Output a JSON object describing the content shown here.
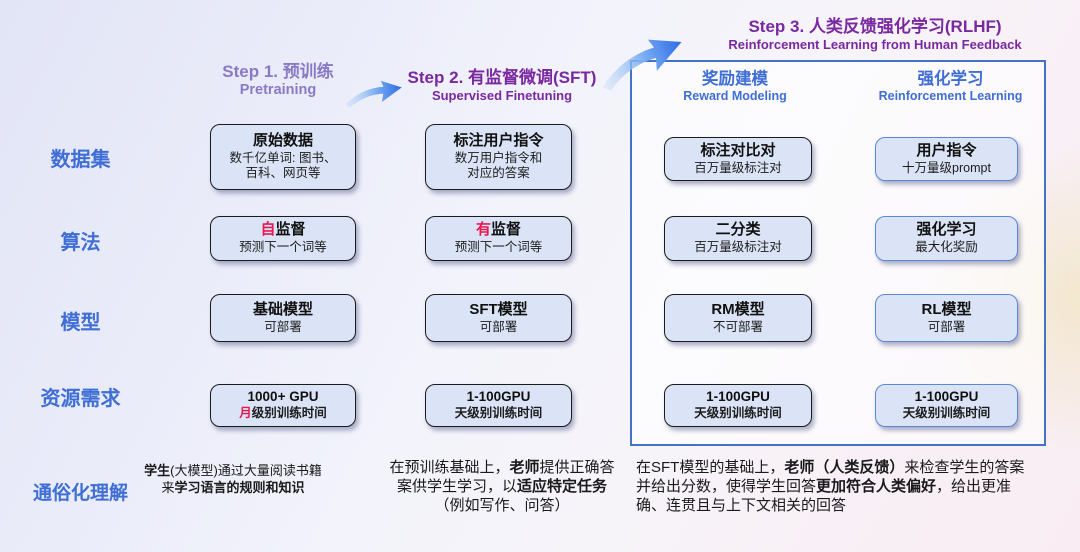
{
  "colors": {
    "accent_blue": "#3f6ed6",
    "step1_purple": "#8a7ac6",
    "step_purple": "#7a28a0",
    "red": "#e8184f",
    "box_fill": "#dbe4f6",
    "container_border": "#4472c4"
  },
  "row_labels": [
    "数据集",
    "算法",
    "模型",
    "资源需求",
    "通俗化理解"
  ],
  "steps": [
    {
      "title": "Step 1. 预训练",
      "subtitle": "Pretraining"
    },
    {
      "title": "Step 2. 有监督微调(SFT)",
      "subtitle": "Supervised Finetuning"
    },
    {
      "title": "Step 3. 人类反馈强化学习(RLHF)",
      "subtitle": "Reinforcement Learning from Human Feedback"
    }
  ],
  "step3_columns": [
    {
      "title": "奖励建模",
      "subtitle": "Reward Modeling"
    },
    {
      "title": "强化学习",
      "subtitle": "Reinforcement Learning"
    }
  ],
  "columns": [
    {
      "name": "Pretraining",
      "boxes": [
        {
          "title": [
            {
              "t": "原始数据"
            }
          ],
          "sub": [
            {
              "t": "数千亿单词: 图书、"
            },
            {
              "t": "百科、网页等",
              "nl": true
            }
          ]
        },
        {
          "title": [
            {
              "t": "自",
              "r": true
            },
            {
              "t": "监督"
            }
          ],
          "sub": [
            {
              "t": "预测下一个词等"
            }
          ]
        },
        {
          "title": [
            {
              "t": "基础模型"
            }
          ],
          "sub": [
            {
              "t": "可部署"
            }
          ]
        },
        {
          "title": [
            {
              "t": "1000+ GPU"
            }
          ],
          "sub": [
            {
              "t": "月",
              "r": true,
              "b": true
            },
            {
              "t": "级别训练时间",
              "b": true
            }
          ]
        }
      ]
    },
    {
      "name": "SFT",
      "boxes": [
        {
          "title": [
            {
              "t": "标注用户指令"
            }
          ],
          "sub": [
            {
              "t": "数万用户指令和"
            },
            {
              "t": "对应的答案",
              "nl": true
            }
          ]
        },
        {
          "title": [
            {
              "t": "有",
              "r": true
            },
            {
              "t": "监督"
            }
          ],
          "sub": [
            {
              "t": "预测下一个词等"
            }
          ]
        },
        {
          "title": [
            {
              "t": "SFT模型"
            }
          ],
          "sub": [
            {
              "t": "可部署"
            }
          ]
        },
        {
          "title": [
            {
              "t": "1-100GPU"
            }
          ],
          "sub": [
            {
              "t": "天级别训练时间",
              "b": true
            }
          ]
        }
      ]
    },
    {
      "name": "Reward Modeling",
      "boxes": [
        {
          "title": [
            {
              "t": "标注对比对"
            }
          ],
          "sub": [
            {
              "t": "百万量级标注对"
            }
          ]
        },
        {
          "title": [
            {
              "t": "二分类"
            }
          ],
          "sub": [
            {
              "t": "百万量级标注对"
            }
          ]
        },
        {
          "title": [
            {
              "t": "RM模型"
            }
          ],
          "sub": [
            {
              "t": "不可部署"
            }
          ]
        },
        {
          "title": [
            {
              "t": "1-100GPU"
            }
          ],
          "sub": [
            {
              "t": "天级别训练时间",
              "b": true
            }
          ]
        }
      ]
    },
    {
      "name": "Reinforcement Learning",
      "boxes": [
        {
          "title": [
            {
              "t": "用户指令"
            }
          ],
          "sub": [
            {
              "t": "十万量级prompt"
            }
          ]
        },
        {
          "title": [
            {
              "t": "强化学习"
            }
          ],
          "sub": [
            {
              "t": "最大化奖励"
            }
          ]
        },
        {
          "title": [
            {
              "t": "RL模型"
            }
          ],
          "sub": [
            {
              "t": "可部署"
            }
          ]
        },
        {
          "title": [
            {
              "t": "1-100GPU"
            }
          ],
          "sub": [
            {
              "t": "天级别训练时间",
              "b": true
            }
          ]
        }
      ]
    }
  ],
  "bottom": {
    "p1": [
      {
        "t": "学生",
        "b": true
      },
      {
        "t": "(大模型)通过大量阅读书籍"
      },
      {
        "t": "来",
        "nl": true
      },
      {
        "t": "学习语言的规则和知识",
        "b": true
      }
    ],
    "p2": [
      {
        "t": "在预训练基础上，"
      },
      {
        "t": "老师",
        "b": true
      },
      {
        "t": "提供正确答"
      },
      {
        "t": "案供学生学习，以",
        "nl": true
      },
      {
        "t": "适应特定任务",
        "b": true
      },
      {
        "t": "（例如写作、问答）",
        "nl": true
      }
    ],
    "p3": [
      {
        "t": "在SFT模型的基础上，"
      },
      {
        "t": "老师（人类反馈）",
        "b": true
      },
      {
        "t": "来检查学生的答案"
      },
      {
        "t": "并给出分数，使得学生回答",
        "nl": true
      },
      {
        "t": "更加符合人类偏好",
        "b": true
      },
      {
        "t": "，给出更准"
      },
      {
        "t": "确、连贯且与上下文相关的回答",
        "nl": true
      }
    ]
  }
}
